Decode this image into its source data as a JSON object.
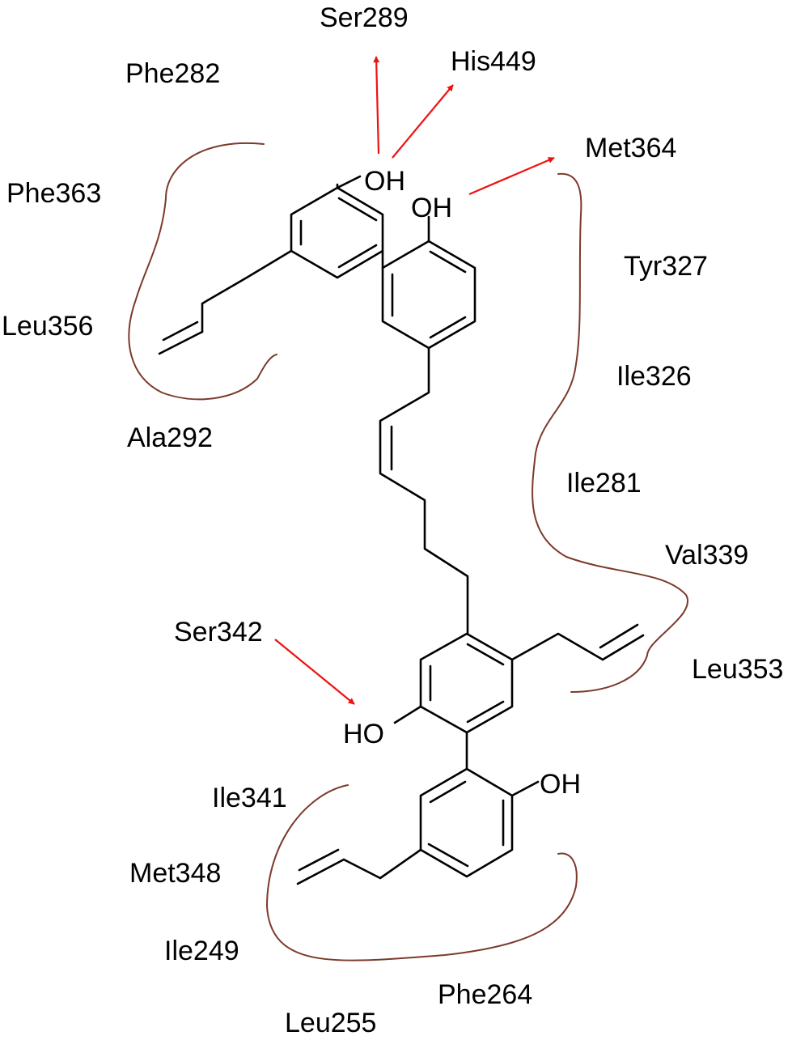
{
  "colors": {
    "bond": "#000000",
    "pocket_outline": "#7b3a2b",
    "hbond_arrow": "#ee1111",
    "background": "#ffffff"
  },
  "residues": {
    "ser289": "Ser289",
    "his449": "His449",
    "phe282": "Phe282",
    "met364": "Met364",
    "phe363": "Phe363",
    "tyr327": "Tyr327",
    "leu356": "Leu356",
    "ile326": "Ile326",
    "ala292": "Ala292",
    "ile281": "Ile281",
    "val339": "Val339",
    "ser342": "Ser342",
    "leu353": "Leu353",
    "ile341": "Ile341",
    "met348": "Met348",
    "ile249": "Ile249",
    "phe264": "Phe264",
    "leu255": "Leu255"
  },
  "atoms": {
    "oh_top_a": "OH",
    "oh_top_b": "OH",
    "ho_middle": "HO",
    "oh_bottom": "OH"
  }
}
